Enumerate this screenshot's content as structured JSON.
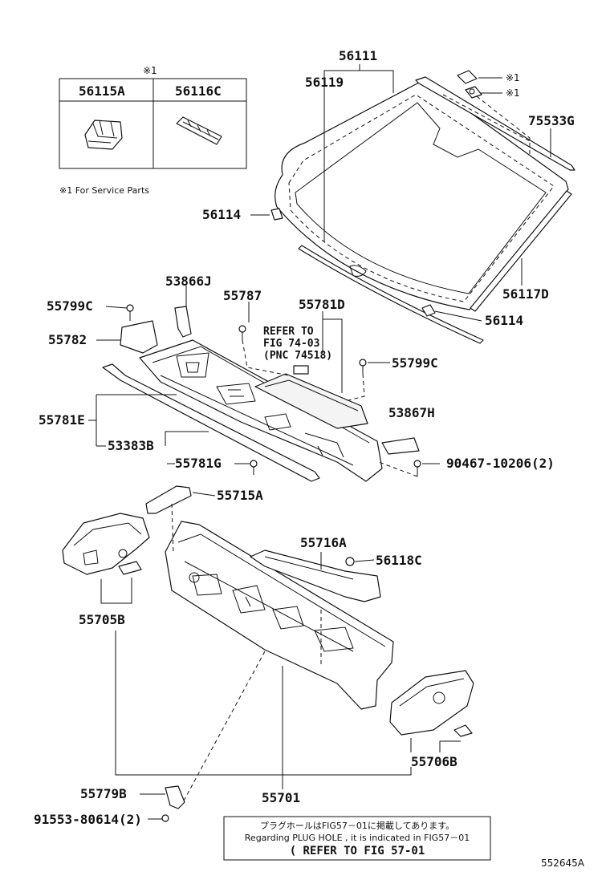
{
  "service_box": {
    "note_mark": "※1",
    "col1": "56115A",
    "col2": "56116C",
    "footnote": "※1 For Service Parts"
  },
  "labels": {
    "p56111": "56111",
    "p56119": "56119",
    "mark1a": "※1",
    "mark1b": "※1",
    "p75533G": "75533G",
    "p56114a": "56114",
    "p56117D": "56117D",
    "p56114b": "56114",
    "p53866J": "53866J",
    "p55787": "55787",
    "p55781D": "55781D",
    "p55799Ca": "55799C",
    "p55782": "55782",
    "p55799Cb": "55799C",
    "p55781E": "55781E",
    "p53867H": "53867H",
    "p53383B": "53383B",
    "p55781G": "55781G",
    "p90467": "90467-10206(2)",
    "p55715A": "55715A",
    "p55716A": "55716A",
    "p56118C": "56118C",
    "p55705B": "55705B",
    "p55706B": "55706B",
    "p55779B": "55779B",
    "p55701": "55701",
    "p91553": "91553-80614(2)",
    "diagram_id": "552645A"
  },
  "refer": {
    "line1": "REFER TO",
    "line2": "FIG 74-03",
    "line3": "(PNC 74518)"
  },
  "plug_note": {
    "jp": "プラグホールはFIG57－01に掲載してあります。",
    "en": "Regarding PLUG HOLE , it is indicated in FIG57－01",
    "ref": "( REFER TO FIG 57-01"
  }
}
